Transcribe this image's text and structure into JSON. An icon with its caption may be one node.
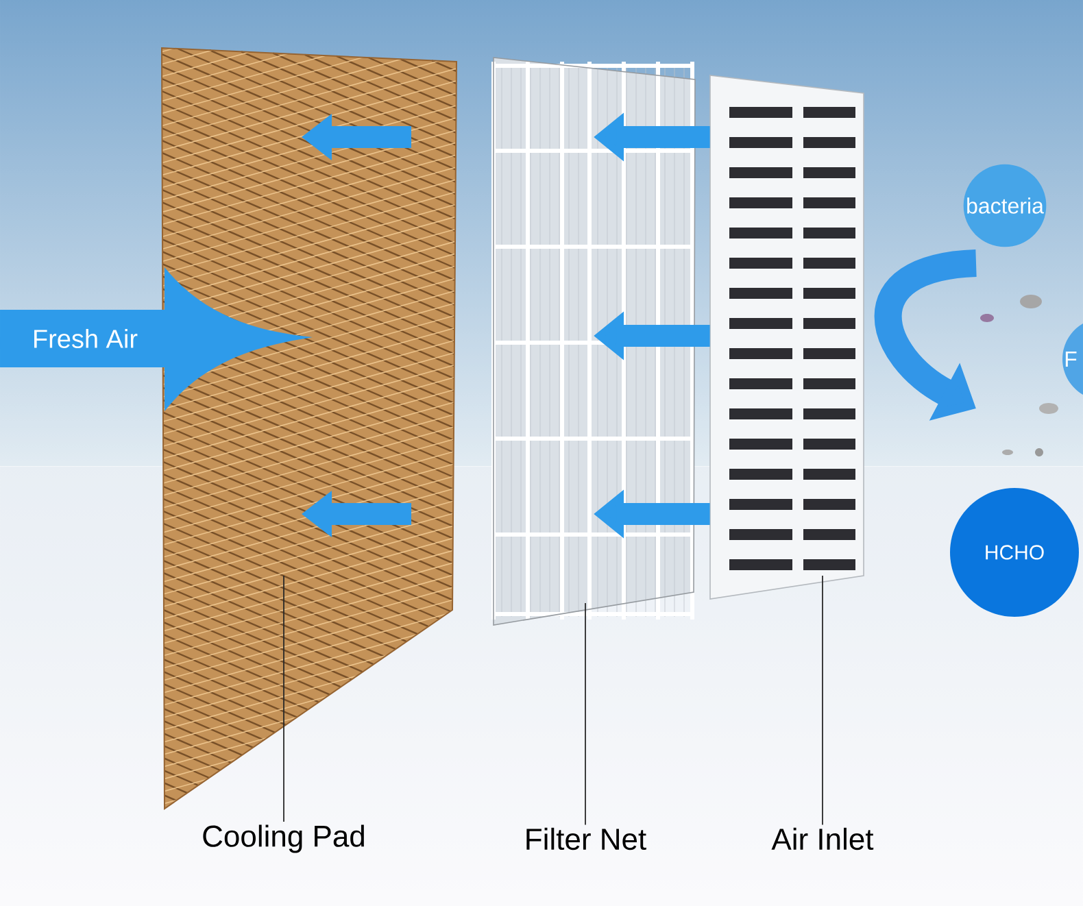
{
  "diagram": {
    "nodes": [
      {
        "text": [
          "Fresh Air"
        ]
      },
      {
        "text": [],
        "shape": "picture"
      },
      {
        "text": [],
        "shape": "picture"
      },
      {
        "text": [],
        "shape": "picture"
      },
      {
        "text": [
          "bacteria"
        ]
      },
      {
        "text": [
          "F"
        ]
      },
      {
        "text": [
          "HCHO"
        ]
      },
      {
        "text": [
          "Cooling Pad"
        ]
      },
      {
        "text": [
          "Filter Net"
        ]
      },
      {
        "text": [
          "Air Inlet"
        ]
      }
    ],
    "edges": [
      {
        "from": 7,
        "to": 1,
        "arrow": "none"
      },
      {
        "from": 8,
        "to": 2,
        "arrow": "none"
      },
      {
        "from": 9,
        "to": 3,
        "arrow": "none"
      },
      {
        "from": 3,
        "to": 2,
        "arrow": "to",
        "style": "thick",
        "color": "#2e9bea"
      },
      {
        "from": 3,
        "to": 2,
        "arrow": "to",
        "style": "thick",
        "color": "#2e9bea"
      },
      {
        "from": 3,
        "to": 2,
        "arrow": "to",
        "style": "thick",
        "color": "#2e9bea"
      }
    ]
  }
}
